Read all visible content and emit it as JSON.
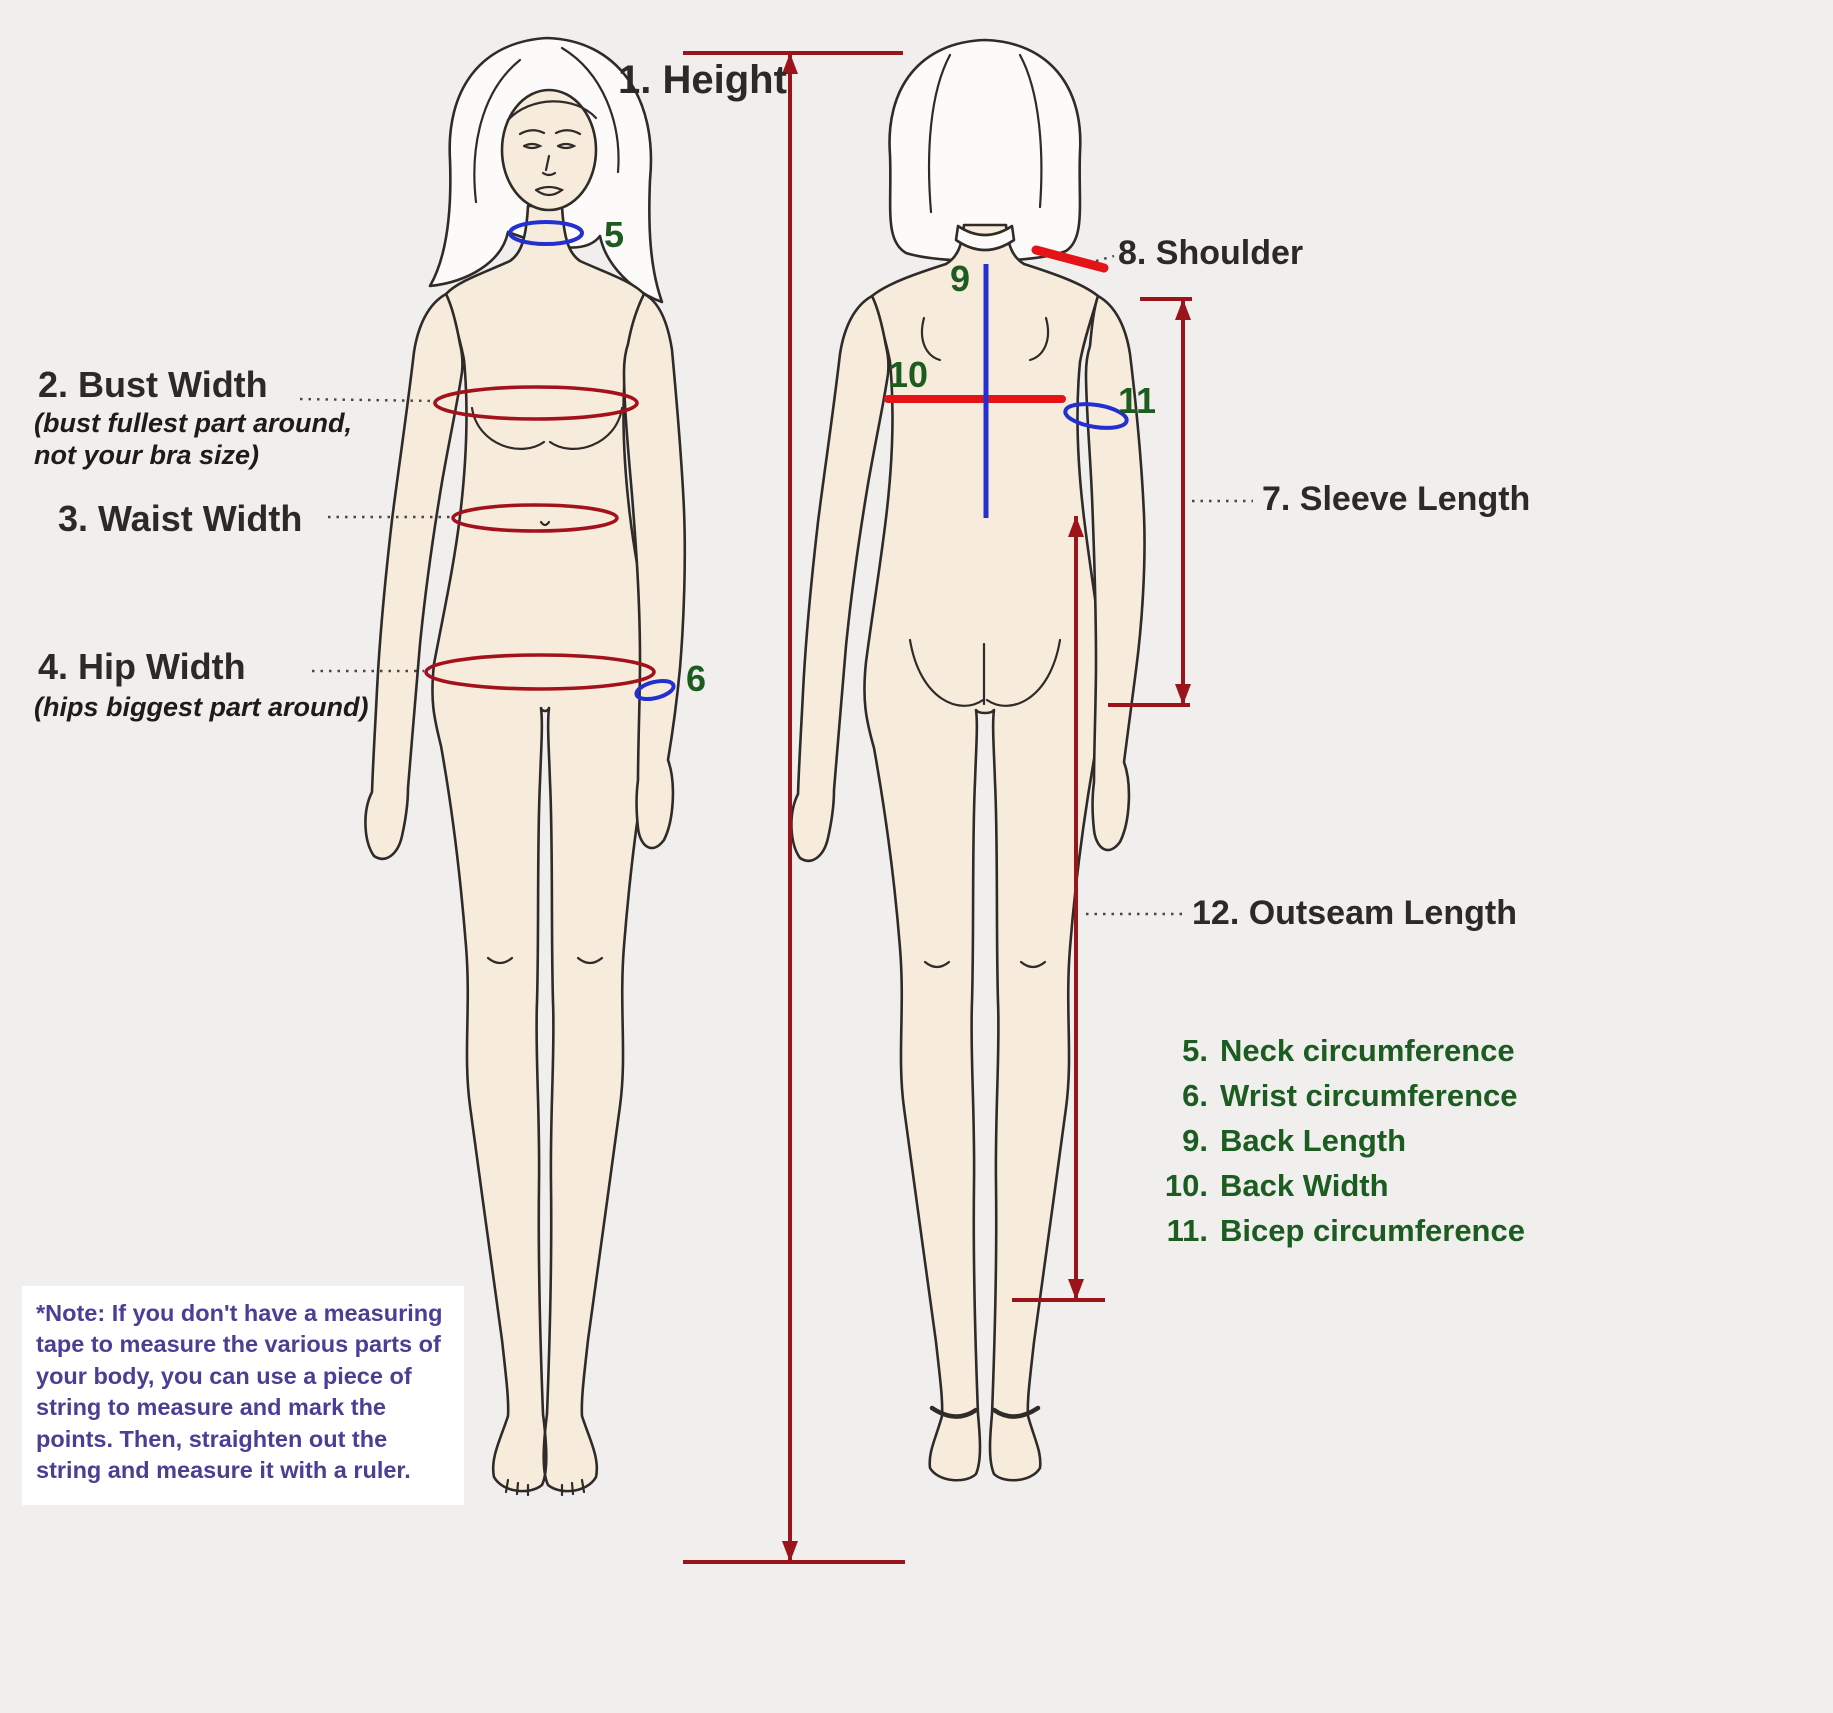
{
  "labels": {
    "height": "1. Height",
    "bust": "2. Bust Width",
    "bust_sub": "(bust fullest part around,\nnot your bra size)",
    "waist": "3. Waist Width",
    "hip": "4. Hip Width",
    "hip_sub": "(hips biggest part around)",
    "sleeve": "7. Sleeve Length",
    "shoulder": "8. Shoulder",
    "outseam": "12. Outseam Length"
  },
  "markers": {
    "neck": "5",
    "wrist": "6",
    "back_length": "9",
    "back_width": "10",
    "bicep": "11"
  },
  "legend": [
    {
      "num": "5.",
      "label": "Neck circumference"
    },
    {
      "num": "6.",
      "label": "Wrist circumference"
    },
    {
      "num": "9.",
      "label": "Back Length"
    },
    {
      "num": "10.",
      "label": "Back Width"
    },
    {
      "num": "11.",
      "label": "Bicep circumference"
    }
  ],
  "note": "*Note: If you don't have a measuring tape to measure the various parts of your body, you can use a piece of string to measure and mark the points. Then, straighten out the string and measure it with a ruler.",
  "colors": {
    "background": "#f0efed",
    "skin": "#f7ebdb",
    "outline": "#2e2b29",
    "hair": "#fcfbf9",
    "measure_dark_red": "#9c141b",
    "measure_bright_red": "#e41318",
    "measure_blue": "#2330cf",
    "ellipse_red": "#a3121a",
    "marker_green": "#1d5c20",
    "note_purple": "#4b3e95",
    "label_dark": "#2c2927"
  }
}
